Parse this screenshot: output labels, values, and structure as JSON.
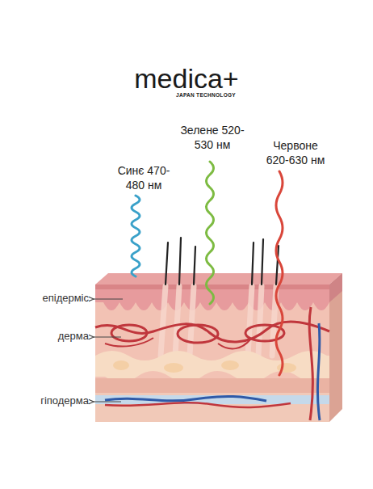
{
  "diagram": {
    "labels": [
      "medica+",
      "JAPAN TECHNOLOGY",
      "Синє 470-480 нм",
      "Зелене 520-530 нм",
      "Червоне 620-630 нм",
      "епідерміс",
      "дерма",
      "гіподерма"
    ]
  }
}
